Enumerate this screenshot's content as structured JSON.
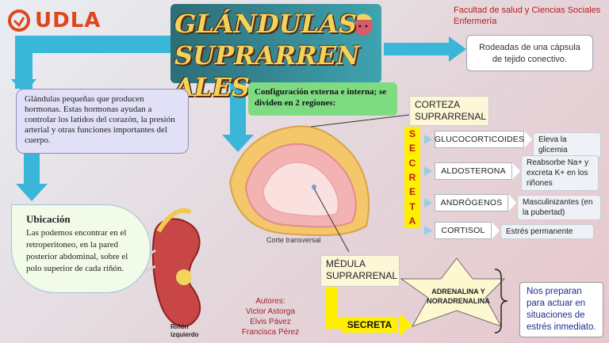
{
  "logo": {
    "text": "UDLA",
    "colors": {
      "brand": "#e0461d"
    }
  },
  "faculty": {
    "line1": "Facultad de salud y Ciencias Sociales",
    "line2": "Enfermería"
  },
  "title": "GLÁNDULAS SUPRARRENALES",
  "capsula": "Rodeadas de una cápsula de tejido conectivo.",
  "intro": "Glándulas pequeñas que producen hormonas. Estas hormonas ayudan a controlar los latidos del corazón, la presión arterial y otras funciones importantes del cuerpo.",
  "config": "Configuración externa e interna; se dividen en 2 regiones:",
  "ubicacion": {
    "title": "Ubicación",
    "body": "Las podemos encontrar en el retroperitoneo, en la pared posterior abdominal, sobre el polo superior de cada riñón."
  },
  "corteza": "CORTEZA SUPRARRENAL",
  "secreta_vertical": [
    "S",
    "E",
    "C",
    "R",
    "E",
    "T",
    "A"
  ],
  "hormones": [
    {
      "name": "GLUCOCORTICOIDES",
      "effect": "Eleva la glicemia"
    },
    {
      "name": "ALDOSTERONA",
      "effect": "Reabsorbe Na+ y excreta K+ en los riñones"
    },
    {
      "name": "ANDRÓGENOS",
      "effect": "Masculinizantes (en la pubertad)"
    },
    {
      "name": "CORTISOL",
      "effect": "Estrés permanente"
    }
  ],
  "corte_label": "Corte transversal",
  "kidney_label": "Riñón izquierdo",
  "medula": "MÉDULA SUPRARRENAL",
  "secreta_label": "SECRETA",
  "medula_hormones": "ADRENALINA Y NORADRENALINA",
  "prep": "Nos preparan para actuar en situaciones de estrés inmediato.",
  "authors": {
    "label": "Autores:",
    "names": [
      "Victor Astorga",
      "Elvis Pávez",
      "Francisca Pérez"
    ]
  },
  "colors": {
    "title_fill": "#f2d45c",
    "title_bg": "#3a98a5",
    "arrow": "#3ab6d8",
    "accent_red": "#c0191f",
    "highlight_yellow": "#fff000"
  }
}
